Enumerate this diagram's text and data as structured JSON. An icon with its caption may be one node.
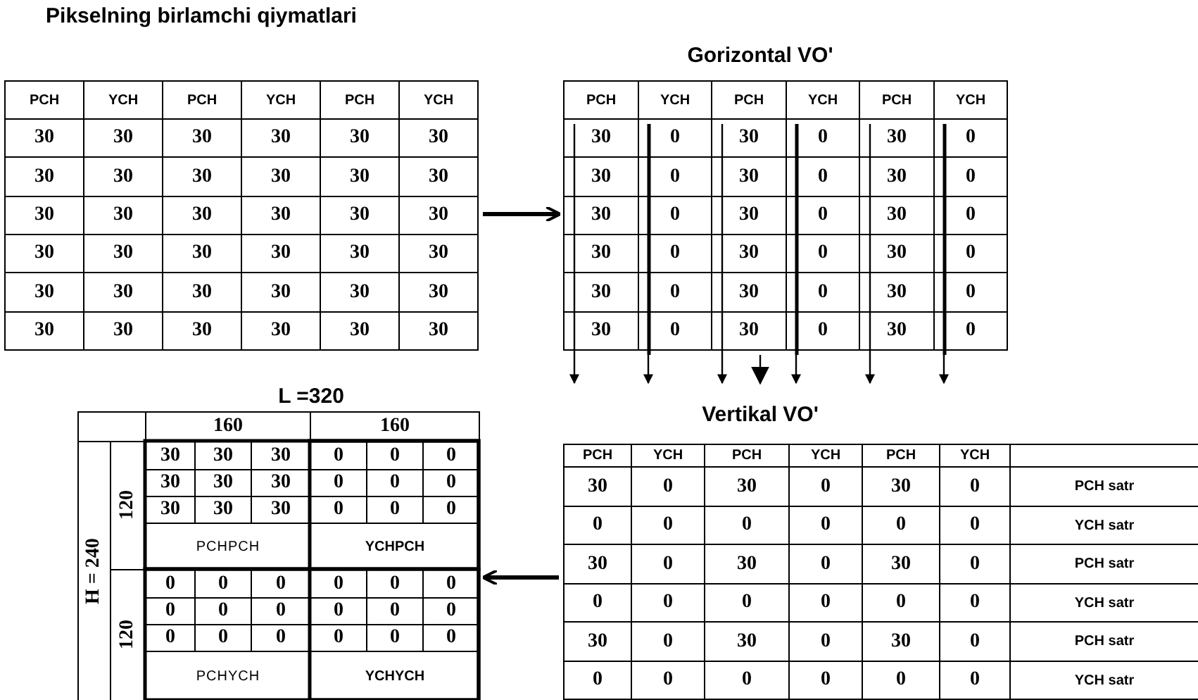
{
  "diagram": {
    "nodes": [
      {
        "text": [
          "Pikselning birlamchi qiymatlari"
        ]
      },
      {
        "text": [
          "Gorizontal VO'"
        ]
      },
      {
        "text": [
          "Vertikal VO'"
        ]
      },
      {
        "text": [
          "L =320"
        ]
      }
    ],
    "edges": [
      {
        "from": 0,
        "to": 1,
        "arrow": "to",
        "style": "thick"
      },
      {
        "from": 1,
        "to": 2,
        "arrow": "to"
      },
      {
        "from": 1,
        "to": 2,
        "arrow": "to"
      },
      {
        "from": 1,
        "to": 2,
        "arrow": "to"
      },
      {
        "from": 1,
        "to": 2,
        "arrow": "to"
      },
      {
        "from": 1,
        "to": 2,
        "arrow": "to"
      },
      {
        "from": 1,
        "to": 2,
        "arrow": "to"
      },
      {
        "from": 1,
        "to": 2,
        "arrow": "to"
      },
      {
        "from": 2,
        "to": 3,
        "arrow": "to",
        "style": "thick"
      }
    ],
    "labels": [
      "PCH",
      "YCH",
      "PCH",
      "YCH",
      "PCH",
      "YCH",
      "30",
      "30",
      "30",
      "30",
      "30",
      "30",
      "30",
      "30",
      "30",
      "30",
      "30",
      "30",
      "30",
      "30",
      "30",
      "30",
      "30",
      "30",
      "30",
      "30",
      "30",
      "30",
      "30",
      "30",
      "30",
      "30",
      "30",
      "30",
      "30",
      "30",
      "30",
      "30",
      "30",
      "30",
      "30",
      "30",
      "PCH",
      "YCH",
      "PCH",
      "YCH",
      "PCH",
      "YCH",
      "30",
      "0",
      "30",
      "0",
      "30",
      "0",
      "30",
      "0",
      "30",
      "0",
      "30",
      "0",
      "30",
      "0",
      "30",
      "0",
      "30",
      "0",
      "30",
      "0",
      "30",
      "0",
      "30",
      "0",
      "30",
      "0",
      "30",
      "0",
      "30",
      "0",
      "30",
      "0",
      "30",
      "0",
      "30",
      "0",
      "160",
      "160",
      "H = 240",
      "120",
      "30",
      "30",
      "30",
      "0",
      "0",
      "0",
      "30",
      "30",
      "30",
      "0",
      "0",
      "0",
      "30",
      "30",
      "30",
      "0",
      "0",
      "0",
      "PCHPCH",
      "YCHPCH",
      "120",
      "0",
      "0",
      "0",
      "0",
      "0",
      "0",
      "0",
      "0",
      "0",
      "0",
      "0",
      "0",
      "0",
      "0",
      "0",
      "0",
      "0",
      "0",
      "PCHYCH",
      "YCHYCH",
      "PCH",
      "YCH",
      "PCH",
      "YCH",
      "PCH",
      "YCH",
      "30",
      "0",
      "30",
      "0",
      "30",
      "0",
      "PCH satr",
      "0",
      "0",
      "0",
      "0",
      "0",
      "0",
      "YCH satr",
      "30",
      "0",
      "30",
      "0",
      "30",
      "0",
      "PCH satr",
      "0",
      "0",
      "0",
      "0",
      "0",
      "0",
      "YCH satr",
      "30",
      "0",
      "30",
      "0",
      "30",
      "0",
      "PCH satr",
      "0",
      "0",
      "0",
      "0",
      "0",
      "0",
      "YCH satr"
    ]
  }
}
